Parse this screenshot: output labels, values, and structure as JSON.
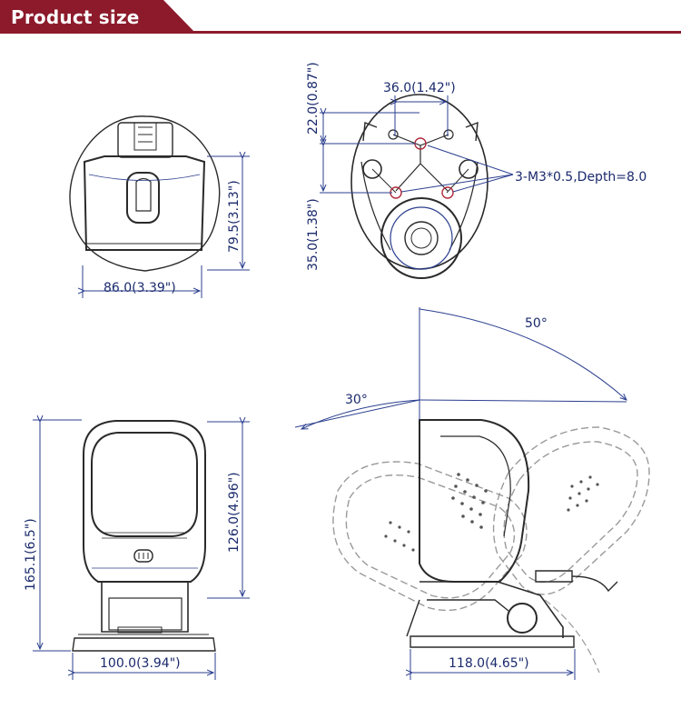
{
  "header": {
    "title": "Product size",
    "accent_color": "#8c1a2b"
  },
  "dimensions": {
    "top_width": "86.0(3.39\")",
    "top_height": "79.5(3.13\")",
    "hole_spacing": "36.0(1.42\")",
    "hole_offset_top": "22.0(0.87\")",
    "hole_offset_bottom": "35.0(1.38\")",
    "screw_note": "3-M3*0.5,Depth=8.0",
    "front_total_height": "165.1(6.5\")",
    "front_head_height": "126.0(4.96\")",
    "front_width": "100.0(3.94\")",
    "side_depth": "118.0(4.65\")",
    "tilt_forward": "50°",
    "tilt_back": "30°"
  },
  "colors": {
    "line": "#2a2a2a",
    "dimension": "#2b3f8f",
    "dashed": "#9a9a9a"
  }
}
